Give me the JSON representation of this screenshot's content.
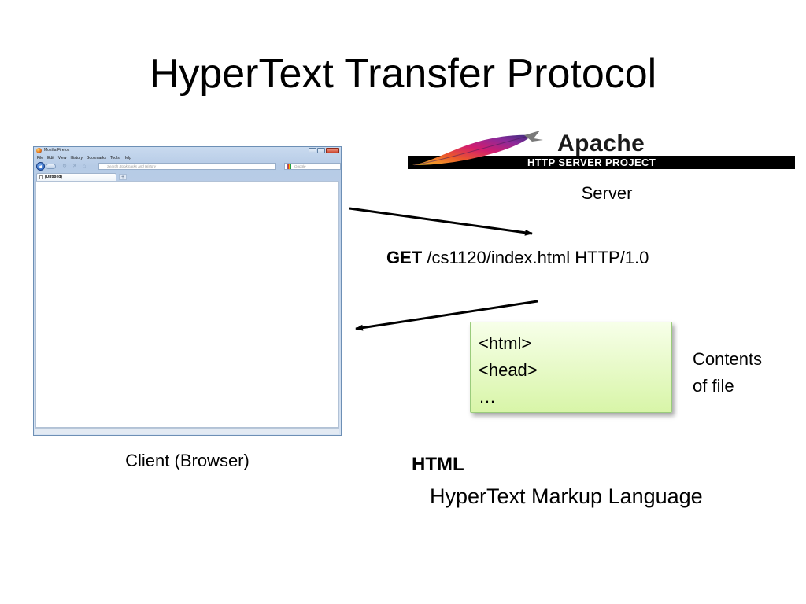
{
  "slide": {
    "title": "HyperText Transfer Protocol"
  },
  "browser": {
    "window_title": "Mozilla Firefox",
    "menu": [
      "File",
      "Edit",
      "View",
      "History",
      "Bookmarks",
      "Tools",
      "Help"
    ],
    "url_placeholder": "Search Bookmarks and History",
    "search_placeholder": "Google",
    "tab_label": "(Untitled)",
    "new_tab_symbol": "+"
  },
  "client_label": "Client (Browser)",
  "apache": {
    "word": "Apache",
    "subtitle": "HTTP SERVER PROJECT"
  },
  "server_label": "Server",
  "request": {
    "method": "GET",
    "rest": " /cs1120/index.html HTTP/1.0"
  },
  "file_contents": {
    "lines": [
      "<html>",
      "<head>",
      "…"
    ]
  },
  "contents_label": {
    "line1": "Contents",
    "line2": "of file"
  },
  "html_label": "HTML",
  "html_expansion": "HyperText Markup Language"
}
